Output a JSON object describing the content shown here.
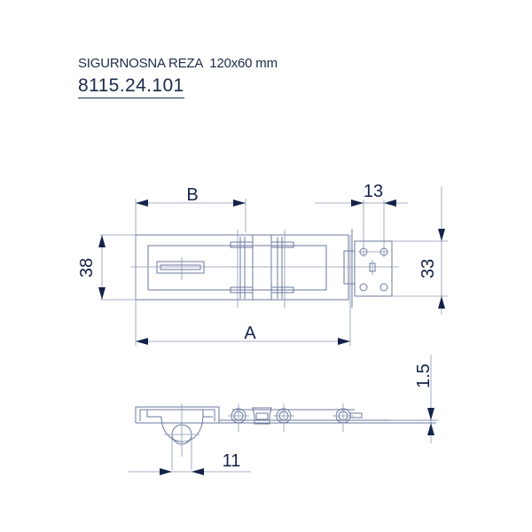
{
  "header": {
    "title": "SIGURNOSNA REZA  120x60 mm",
    "article_code": "8115.24.101"
  },
  "dimensions": {
    "A": "A",
    "B": "B",
    "height_38": "38",
    "height_33": "33",
    "hole_spacing_13": "13",
    "thickness_1_5": "1.5",
    "width_11": "11"
  },
  "colors": {
    "line": "#5a6a8e",
    "arrow": "#14234a",
    "text": "#1d2a4a"
  }
}
